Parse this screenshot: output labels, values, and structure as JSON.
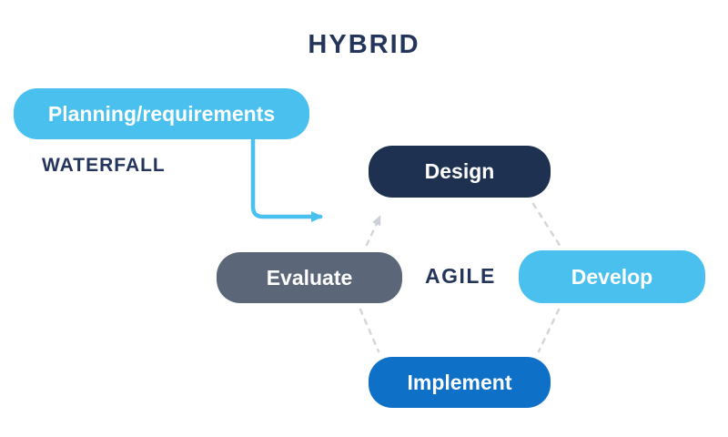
{
  "title": "HYBRID",
  "sections": {
    "waterfall": {
      "label": "WATERFALL"
    },
    "agile": {
      "label": "AGILE"
    }
  },
  "nodes": {
    "planning": {
      "label": "Planning/requirements",
      "color": "#49C0EE"
    },
    "design": {
      "label": "Design",
      "color": "#1F3150"
    },
    "develop": {
      "label": "Develop",
      "color": "#49C0EE"
    },
    "implement": {
      "label": "Implement",
      "color": "#0E70C7"
    },
    "evaluate": {
      "label": "Evaluate",
      "color": "#5B6678"
    }
  },
  "connectors": {
    "waterfall_to_agile": {
      "from": "Planning/requirements",
      "to": "agile-cycle",
      "style": "solid",
      "color": "#49C0EE"
    },
    "design_to_develop": {
      "from": "Design",
      "to": "Develop",
      "style": "dashed",
      "color": "#D3D6DB"
    },
    "develop_to_implement": {
      "from": "Develop",
      "to": "Implement",
      "style": "dashed",
      "color": "#D3D6DB"
    },
    "implement_to_evaluate": {
      "from": "Evaluate",
      "to": "Implement",
      "style": "dashed",
      "color": "#D3D6DB"
    },
    "evaluate_to_design": {
      "from": "Evaluate",
      "to": "Design",
      "style": "dashed-arrow",
      "color": "#D3D6DB"
    }
  },
  "colors": {
    "background": "#FFFFFF",
    "heading_text": "#24355C",
    "node_text": "#FFFFFF",
    "dashed_connector": "#D3D6DB",
    "flow_arrow": "#49C0EE"
  }
}
